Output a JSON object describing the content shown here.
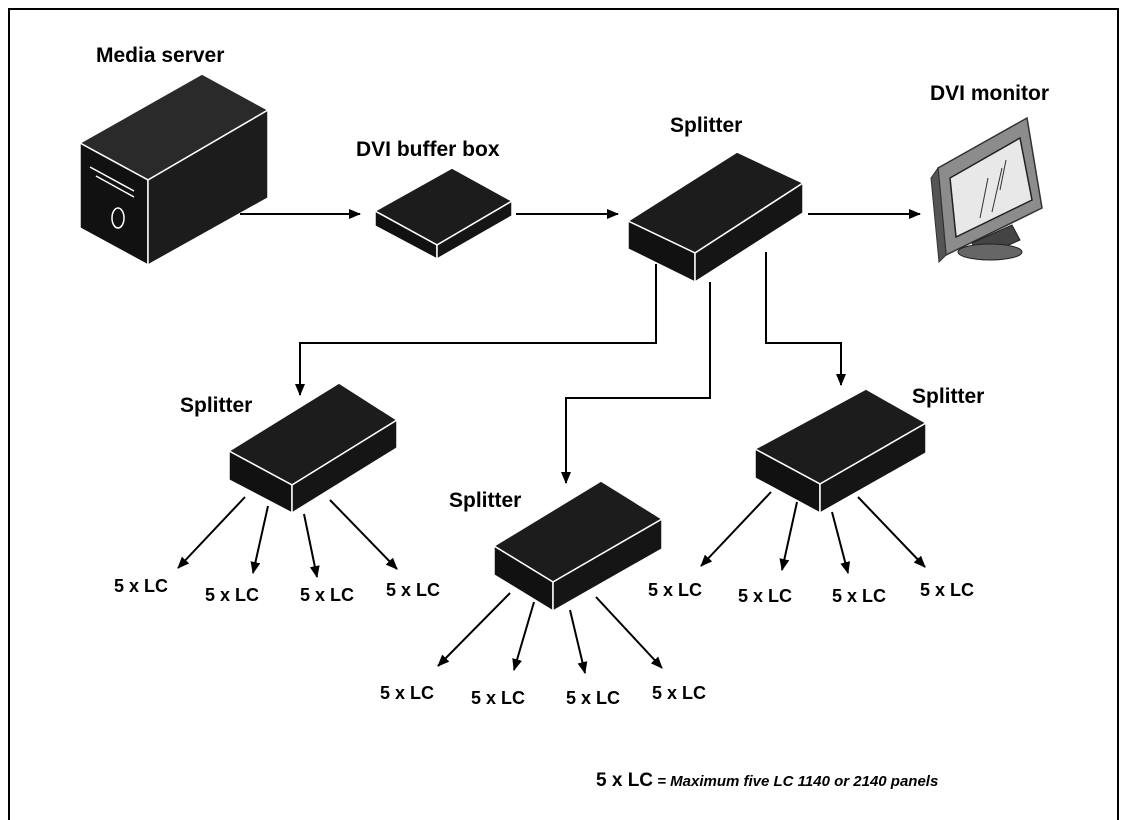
{
  "labels": {
    "media_server": "Media server",
    "buffer_box": "DVI buffer box",
    "splitter_main": "Splitter",
    "dvi_monitor": "DVI monitor",
    "splitter_left": "Splitter",
    "splitter_middle": "Splitter",
    "splitter_right": "Splitter"
  },
  "panel_outputs": {
    "left": [
      "5 x LC",
      "5 x LC",
      "5 x LC",
      "5 x LC"
    ],
    "middle": [
      "5 x LC",
      "5 x LC",
      "5 x LC",
      "5 x LC"
    ],
    "right": [
      "5 x LC",
      "5 x LC",
      "5 x LC",
      "5 x LC"
    ]
  },
  "legend": {
    "key": "5 x LC",
    "equals": " = ",
    "description": "Maximum five LC 1140 or 2140 panels"
  },
  "colors": {
    "device": "#1c1c1c",
    "edge": "#ffffff",
    "line": "#000000"
  }
}
